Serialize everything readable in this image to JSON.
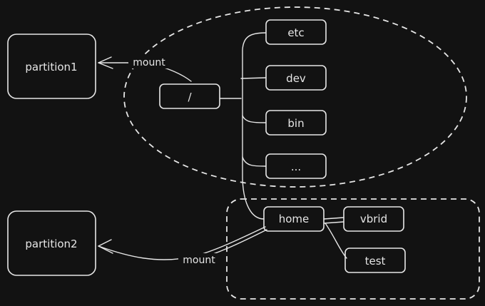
{
  "nodes": {
    "partition1": "partition1",
    "partition2": "partition2",
    "root": "/",
    "etc": "etc",
    "dev": "dev",
    "bin": "bin",
    "more": "...",
    "home": "home",
    "vbrid": "vbrid",
    "test": "test"
  },
  "edges": {
    "mount1": "mount",
    "mount2": "mount"
  },
  "colors": {
    "background": "#121212",
    "stroke": "#e6e6e6"
  }
}
